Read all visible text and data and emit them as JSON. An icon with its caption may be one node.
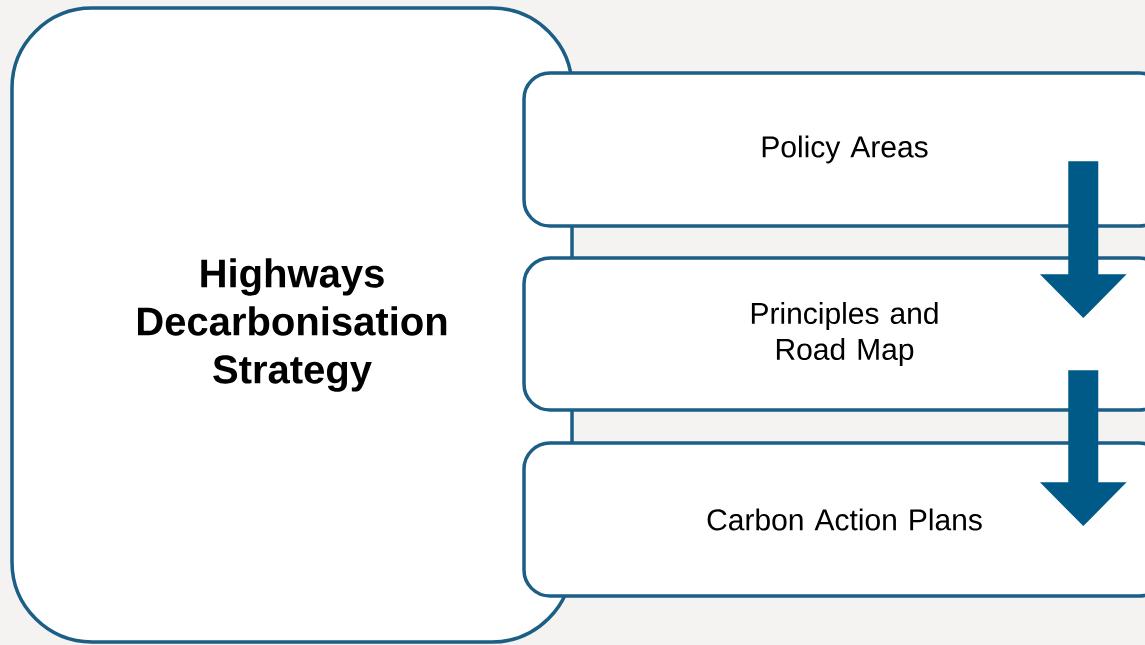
{
  "diagram": {
    "nodes": [
      {
        "text": [
          "Highways Decarbonisation Strategy"
        ]
      },
      {
        "text": [
          "Policy Areas"
        ]
      },
      {
        "text": [
          "Principles and Road Map"
        ]
      },
      {
        "text": [
          "Carbon Action Plans"
        ]
      }
    ],
    "edges": [
      {
        "from": 1,
        "to": 2,
        "arrow": "to"
      },
      {
        "from": 2,
        "to": 3,
        "arrow": "to"
      }
    ]
  }
}
